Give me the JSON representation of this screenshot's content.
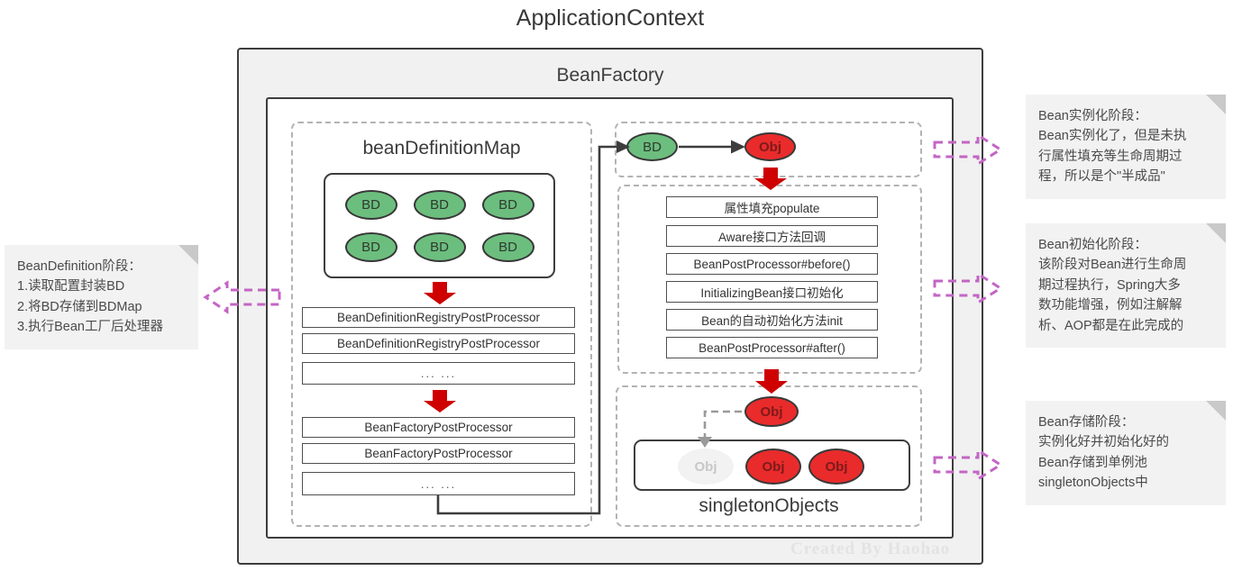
{
  "title": "ApplicationContext",
  "beanfactory_label": "BeanFactory",
  "watermark": "Created By Haohao",
  "colors": {
    "bd_green": "#6CBE7E",
    "obj_red": "#E92B2B",
    "arrow_red": "#CE0000",
    "note_arrow_pink": "#C465C4",
    "box_border": "#3d3d3d",
    "note_bg": "#f2f2f2"
  },
  "left_panel": {
    "label": "beanDefinitionMap",
    "bd_ovals": [
      "BD",
      "BD",
      "BD",
      "BD",
      "BD",
      "BD"
    ],
    "registry_rows": [
      "BeanDefinitionRegistryPostProcessor",
      "BeanDefinitionRegistryPostProcessor",
      "...  ..."
    ],
    "factory_rows": [
      "BeanFactoryPostProcessor",
      "BeanFactoryPostProcessor",
      "...  ..."
    ]
  },
  "instantiate_box": {
    "bd": "BD",
    "obj": "Obj"
  },
  "lifecycle_box": {
    "steps": [
      "属性填充populate",
      "Aware接口方法回调",
      "BeanPostProcessor#before()",
      "InitializingBean接口初始化",
      "Bean的自动初始化方法init",
      "BeanPostProcessor#after()"
    ]
  },
  "store_box": {
    "obj": "Obj",
    "pool_ovals": [
      "Obj",
      "Obj",
      "Obj"
    ],
    "label": "singletonObjects"
  },
  "notes": {
    "bean_definition": {
      "lines": [
        "BeanDefinition阶段：",
        "1.读取配置封装BD",
        "2.将BD存储到BDMap",
        "3.执行Bean工厂后处理器"
      ]
    },
    "instantiation": {
      "lines": [
        "Bean实例化阶段：",
        "Bean实例化了，但是未执",
        "行属性填充等生命周期过",
        "程，所以是个\"半成品\""
      ]
    },
    "initialization": {
      "lines": [
        "Bean初始化阶段：",
        "该阶段对Bean进行生命周",
        "期过程执行，Spring大多",
        "数功能增强，例如注解解",
        "析、AOP都是在此完成的"
      ]
    },
    "storage": {
      "lines": [
        "Bean存储阶段：",
        "实例化好并初始化好的",
        "Bean存储到单例池",
        "singletonObjects中"
      ]
    }
  }
}
